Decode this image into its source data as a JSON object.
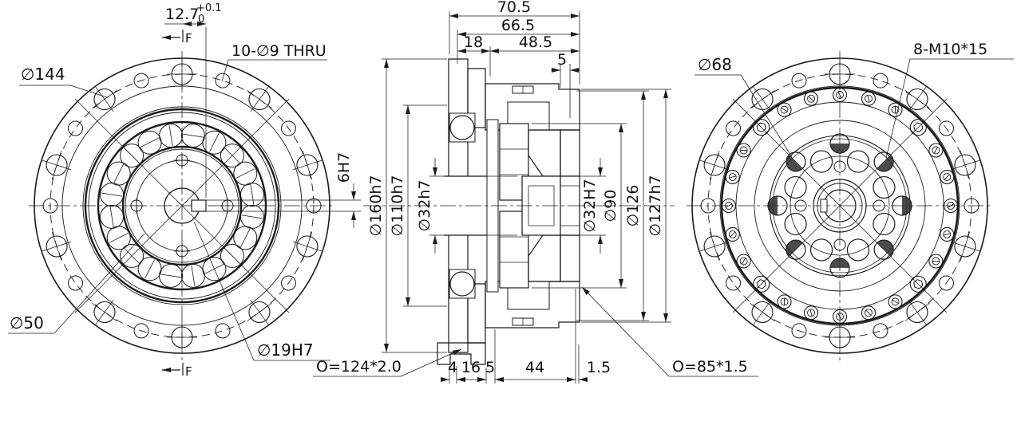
{
  "views": {
    "front": {
      "dim_12_7": "12.7",
      "tol_upper": "+0.1",
      "tol_lower": "0",
      "thru_holes": "10-∅9 THRU",
      "bolt_circle": "∅144",
      "hub_circle": "∅50",
      "bore": "∅19H7",
      "keyway": "6H7",
      "view_label_top": "F",
      "view_label_bottom": "F",
      "counts": {
        "flange_holes": 20,
        "rollers": 20,
        "hub_holes": 4
      }
    },
    "section": {
      "top_dims": [
        "70.5",
        "66.5",
        "18",
        "48.5",
        "5"
      ],
      "left_dims": [
        "∅160h7",
        "∅110h7",
        "∅32h7"
      ],
      "right_dims": [
        "∅32H7",
        "∅90",
        "∅126",
        "∅127h7"
      ],
      "bottom_dims": [
        "4",
        "16",
        "5",
        "44",
        "1.5"
      ],
      "oring_left": "O=124*2.0",
      "oring_right": "O=85*1.5"
    },
    "rear": {
      "bolt_circle": "∅68",
      "tapped_holes": "8-M10*15",
      "counts": {
        "flange_holes": 20,
        "screws": 24,
        "m10_holes": 8,
        "medium_holes": 8,
        "small_holes": 4
      }
    }
  }
}
